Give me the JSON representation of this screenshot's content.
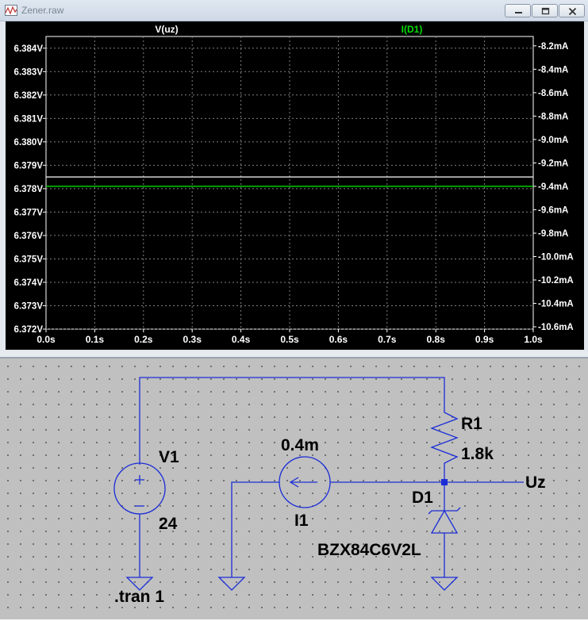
{
  "window": {
    "title": "Zener.raw"
  },
  "plot": {
    "traces": [
      {
        "name": "V(uz)",
        "color": "#ffffff"
      },
      {
        "name": "I(D1)",
        "color": "#00e000"
      }
    ]
  },
  "chart_data": {
    "type": "line",
    "x_ticks": [
      "0.0s",
      "0.1s",
      "0.2s",
      "0.3s",
      "0.4s",
      "0.5s",
      "0.6s",
      "0.7s",
      "0.8s",
      "0.9s",
      "1.0s"
    ],
    "left_ticks": [
      "6.384V",
      "6.383V",
      "6.382V",
      "6.381V",
      "6.380V",
      "6.379V",
      "6.378V",
      "6.377V",
      "6.376V",
      "6.375V",
      "6.374V",
      "6.373V",
      "6.372V"
    ],
    "right_ticks": [
      "-8.2mA",
      "-8.4mA",
      "-8.6mA",
      "-8.8mA",
      "-9.0mA",
      "-9.2mA",
      "-9.4mA",
      "-9.6mA",
      "-9.8mA",
      "-10.0mA",
      "-10.2mA",
      "-10.4mA",
      "-10.6mA"
    ],
    "xlim": [
      0,
      1.0
    ],
    "ylim_left": [
      6.372,
      6.3845
    ],
    "ylim_right": [
      -10.62,
      -8.12
    ],
    "grid": true,
    "series": [
      {
        "name": "V(uz)",
        "axis": "left",
        "x": [
          0,
          1.0
        ],
        "y": [
          6.3785,
          6.3785
        ]
      },
      {
        "name": "I(D1)",
        "axis": "right",
        "x": [
          0,
          1.0
        ],
        "y": [
          -9.4,
          -9.4
        ]
      }
    ]
  },
  "schematic": {
    "v1_name": "V1",
    "v1_value": "24",
    "i1_value": "0.4m",
    "i1_name": "I1",
    "r1_name": "R1",
    "r1_value": "1.8k",
    "d1_name": "D1",
    "d1_model": "BZX84C6V2L",
    "net_label": "Uz",
    "directive": ".tran 1"
  }
}
